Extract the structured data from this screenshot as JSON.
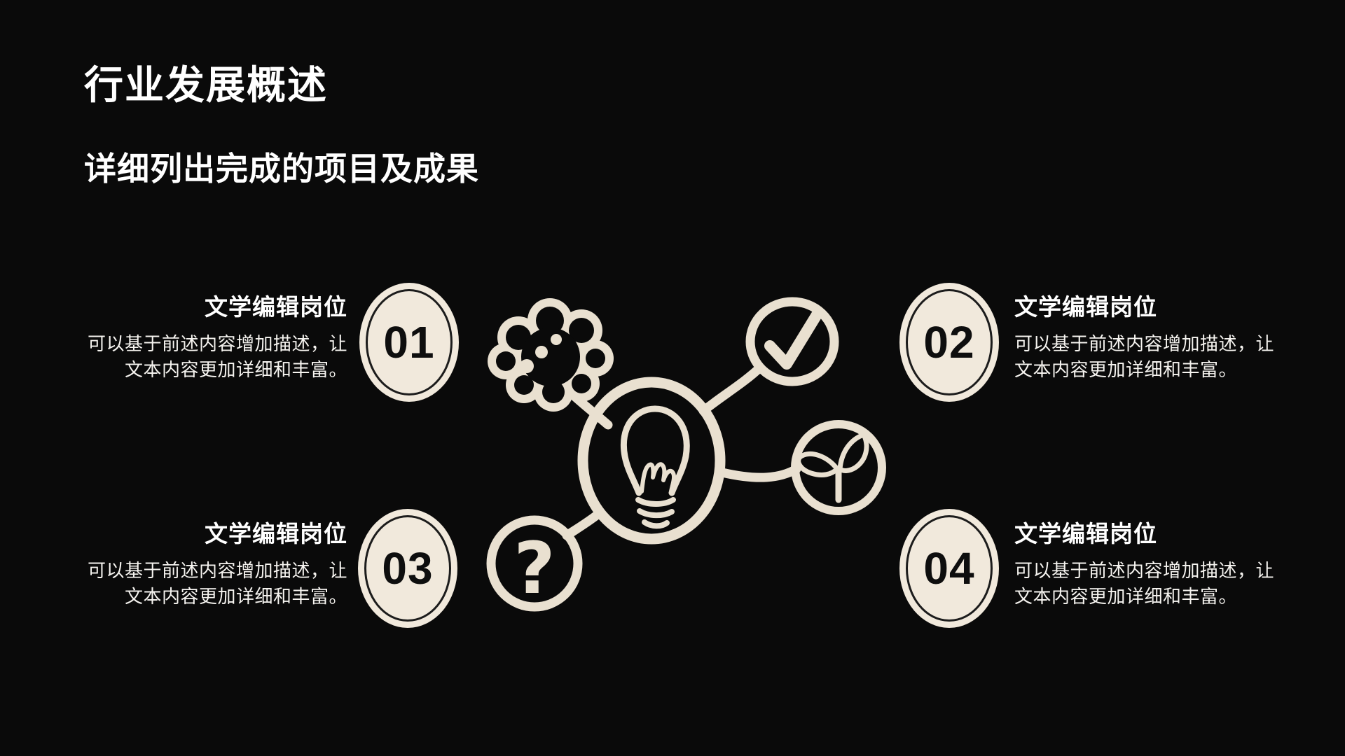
{
  "colors": {
    "bg": "#0a0a0a",
    "cream-badge": "#f1e9dc",
    "cream-ink": "#e9e0d0",
    "text-white": "#ffffff",
    "text-body": "#f6f4f0",
    "number-ink": "#0e0e0e",
    "ring-ink": "#1c1c1c"
  },
  "slide": {
    "title": "行业发展概述",
    "subtitle": "详细列出完成的项目及成果"
  },
  "items": [
    {
      "number": "01",
      "heading": "文学编辑岗位",
      "body_lines": [
        "可以基于前述内容增加描述，让",
        "文本内容更加详细和丰富。"
      ]
    },
    {
      "number": "02",
      "heading": "文学编辑岗位",
      "body_lines": [
        "可以基于前述内容增加描述，让",
        "文本内容更加详细和丰富。"
      ]
    },
    {
      "number": "03",
      "heading": "文学编辑岗位",
      "body_lines": [
        "可以基于前述内容增加描述，让",
        "文本内容更加详细和丰富。"
      ]
    },
    {
      "number": "04",
      "heading": "文学编辑岗位",
      "body_lines": [
        "可以基于前述内容增加描述，让",
        "文本内容更加详细和丰富。"
      ]
    }
  ],
  "illustration": {
    "center_icon": "lightbulb",
    "satellite_icons": [
      "thought-cloud",
      "checkmark",
      "sprout",
      "question-mark"
    ],
    "question_glyph": "?"
  }
}
